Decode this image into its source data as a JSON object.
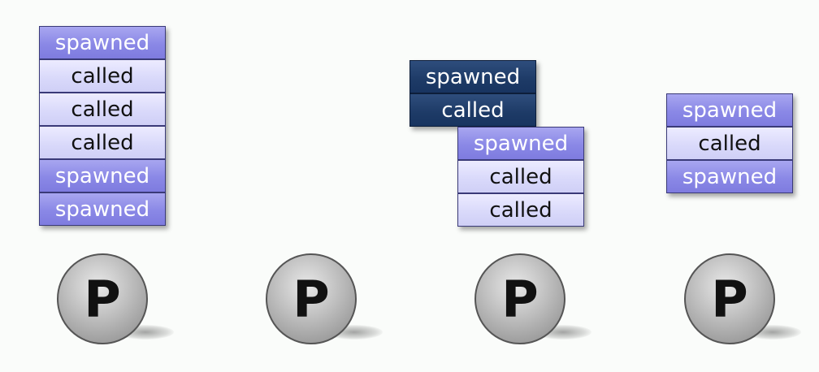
{
  "stacks": [
    {
      "frames": [
        {
          "label": "spawned",
          "kind": "spawned"
        },
        {
          "label": "called",
          "kind": "called"
        },
        {
          "label": "called",
          "kind": "called"
        },
        {
          "label": "called",
          "kind": "called"
        },
        {
          "label": "spawned",
          "kind": "spawned"
        },
        {
          "label": "spawned",
          "kind": "spawned"
        }
      ]
    },
    {
      "frames": []
    },
    {
      "frames": [
        {
          "label": "spawned",
          "kind": "spawned"
        },
        {
          "label": "called",
          "kind": "called"
        },
        {
          "label": "called",
          "kind": "called"
        }
      ],
      "stolen_frames": [
        {
          "label": "spawned",
          "kind": "dark"
        },
        {
          "label": "called",
          "kind": "dark"
        }
      ]
    },
    {
      "frames": [
        {
          "label": "spawned",
          "kind": "spawned"
        },
        {
          "label": "called",
          "kind": "called"
        },
        {
          "label": "spawned",
          "kind": "spawned"
        }
      ]
    }
  ],
  "processors": [
    {
      "label": "P"
    },
    {
      "label": "P"
    },
    {
      "label": "P"
    },
    {
      "label": "P"
    }
  ],
  "colors": {
    "spawned": "#8a88e6",
    "called": "#d8d8fa",
    "stolen": "#1d3a66",
    "processor": "#bdbdbd"
  }
}
